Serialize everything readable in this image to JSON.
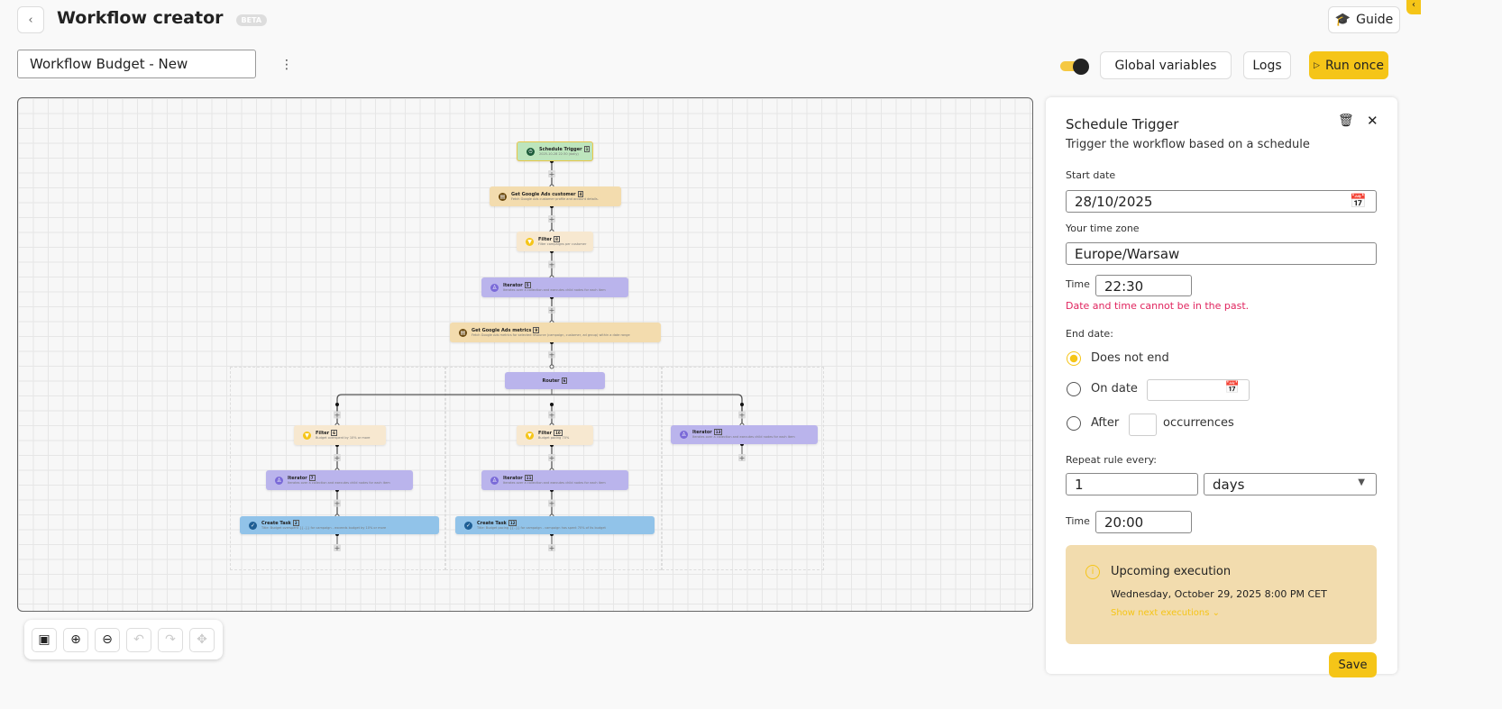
{
  "header": {
    "back_icon": "chevron-left-icon",
    "title": "Workflow creator",
    "badge": "BETA",
    "guide_label": "Guide",
    "guide_icon": "graduation-cap-icon"
  },
  "toolbar": {
    "workflow_name": "Workflow Budget - New",
    "toggle_on": true,
    "global_variables": "Global variables",
    "logs": "Logs",
    "run_once": "Run once"
  },
  "canvas": {
    "nodes": [
      {
        "title": "Schedule Trigger",
        "num": "1",
        "sub": "2025-10-28 22:30 (daily)"
      },
      {
        "title": "Get Google Ads customer",
        "num": "4",
        "sub": "Fetch Google Ads customer profile and account details."
      },
      {
        "title": "Filter",
        "num": "8",
        "sub": "Filter campaigns per customer"
      },
      {
        "title": "Iterator",
        "num": "5",
        "sub": "Iterates over a collection and executes child nodes for each item"
      },
      {
        "title": "Get Google Ads metrics",
        "num": "9",
        "sub": "Fetch Google Ads metrics for selected resource (campaign, customer, ad group) within a date range"
      },
      {
        "title": "Router",
        "num": "6",
        "sub": ""
      },
      {
        "title": "Filter",
        "num": "6",
        "sub": "Budget overspent by 10% or more"
      },
      {
        "title": "Iterator",
        "num": "7",
        "sub": "Iterates over a collection and executes child nodes for each item"
      },
      {
        "title": "Create Task",
        "num": "2",
        "sub": "Title: Budget overspent {{..}} for campaign - exceeds budget by 10% or more"
      },
      {
        "title": "Filter",
        "num": "10",
        "sub": "Budget pacing 70%"
      },
      {
        "title": "Iterator",
        "num": "11",
        "sub": "Iterates over a collection and executes child nodes for each item"
      },
      {
        "title": "Create Task",
        "num": "12",
        "sub": "Title: Budget pacing {{..}} for campaign - campaign has spent 70% of its budget"
      },
      {
        "title": "Iterator",
        "num": "13",
        "sub": "Iterates over a collection and executes child nodes for each item"
      }
    ]
  },
  "panel": {
    "title": "Schedule Trigger",
    "subtitle": "Trigger the workflow based on a schedule",
    "start_date_label": "Start date",
    "start_date": "28/10/2025",
    "tz_label": "Your time zone",
    "tz": "Europe/Warsaw",
    "time_label": "Time",
    "time": "22:30",
    "error": "Date and time cannot be in the past.",
    "end_label": "End date:",
    "opt_never": "Does not end",
    "opt_on": "On date",
    "opt_after": "After",
    "occurrences": "occurrences",
    "repeat_label": "Repeat rule every:",
    "repeat_value": "1",
    "repeat_unit": "days",
    "time2_label": "Time",
    "time2": "20:00",
    "upcoming_title": "Upcoming execution",
    "upcoming_date": "Wednesday, October 29, 2025 8:00 PM CET",
    "show_next": "Show next executions",
    "save": "Save"
  },
  "colors": {
    "accent": "#f5c518",
    "error": "#e0245e"
  }
}
